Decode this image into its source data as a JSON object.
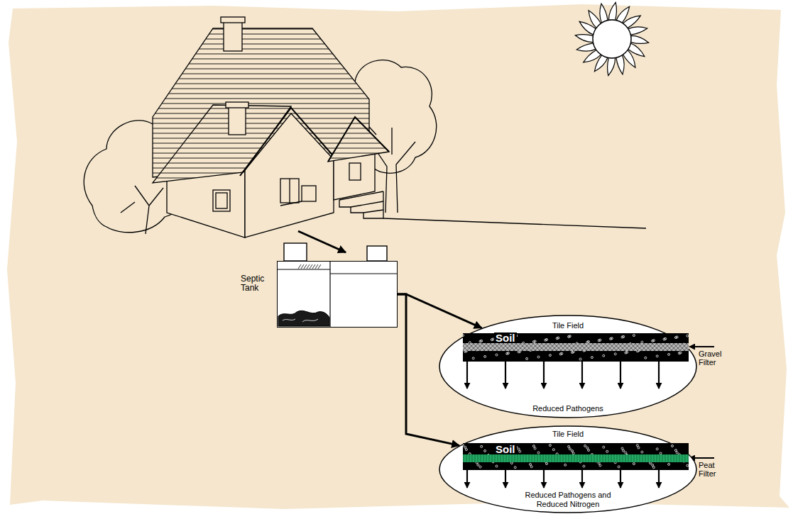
{
  "diagram": {
    "nodes": [
      {
        "text": [
          "Septic Tank"
        ]
      },
      {
        "text": [
          "Tile Field",
          "Reduced Pathogens"
        ]
      },
      {
        "text": [
          "Soil"
        ],
        "in": 1
      },
      {
        "text": [
          "Tile Field",
          "Reduced Pathogens and Reduced Nitrogen"
        ]
      },
      {
        "text": [
          "Soil"
        ],
        "in": 3
      }
    ],
    "edges": [
      {
        "from": 0,
        "to": 1,
        "arrow": "to"
      },
      {
        "from": 0,
        "to": 3,
        "arrow": "to"
      }
    ],
    "labels": [
      "Gravel Filter",
      "Peat Filter"
    ]
  }
}
